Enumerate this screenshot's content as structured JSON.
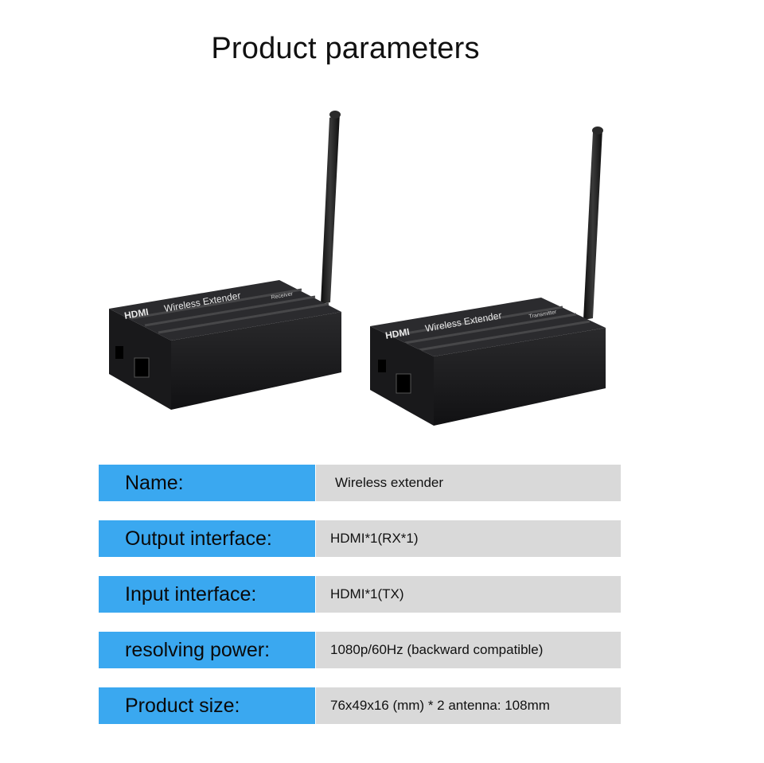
{
  "page": {
    "title": "Product parameters"
  },
  "product_image": {
    "receiver": {
      "brand": "HDMI",
      "model": "Wireless Extender",
      "role": "Receiver"
    },
    "transmitter": {
      "brand": "HDMI",
      "model": "Wireless Extender",
      "role": "Transmitter"
    }
  },
  "specs": [
    {
      "label": "Name:",
      "value": "Wireless extender"
    },
    {
      "label": "Output interface:",
      "value": "HDMI*1(RX*1)"
    },
    {
      "label": "Input interface:",
      "value": "HDMI*1(TX)"
    },
    {
      "label": "resolving power:",
      "value": "1080p/60Hz (backward compatible)"
    },
    {
      "label": "Product size:",
      "value": "76x49x16 (mm) * 2 antenna: 108mm"
    }
  ],
  "colors": {
    "label_bg": "#3aa8f0",
    "value_bg": "#d9d9d9",
    "device": "#1c1c1e"
  }
}
